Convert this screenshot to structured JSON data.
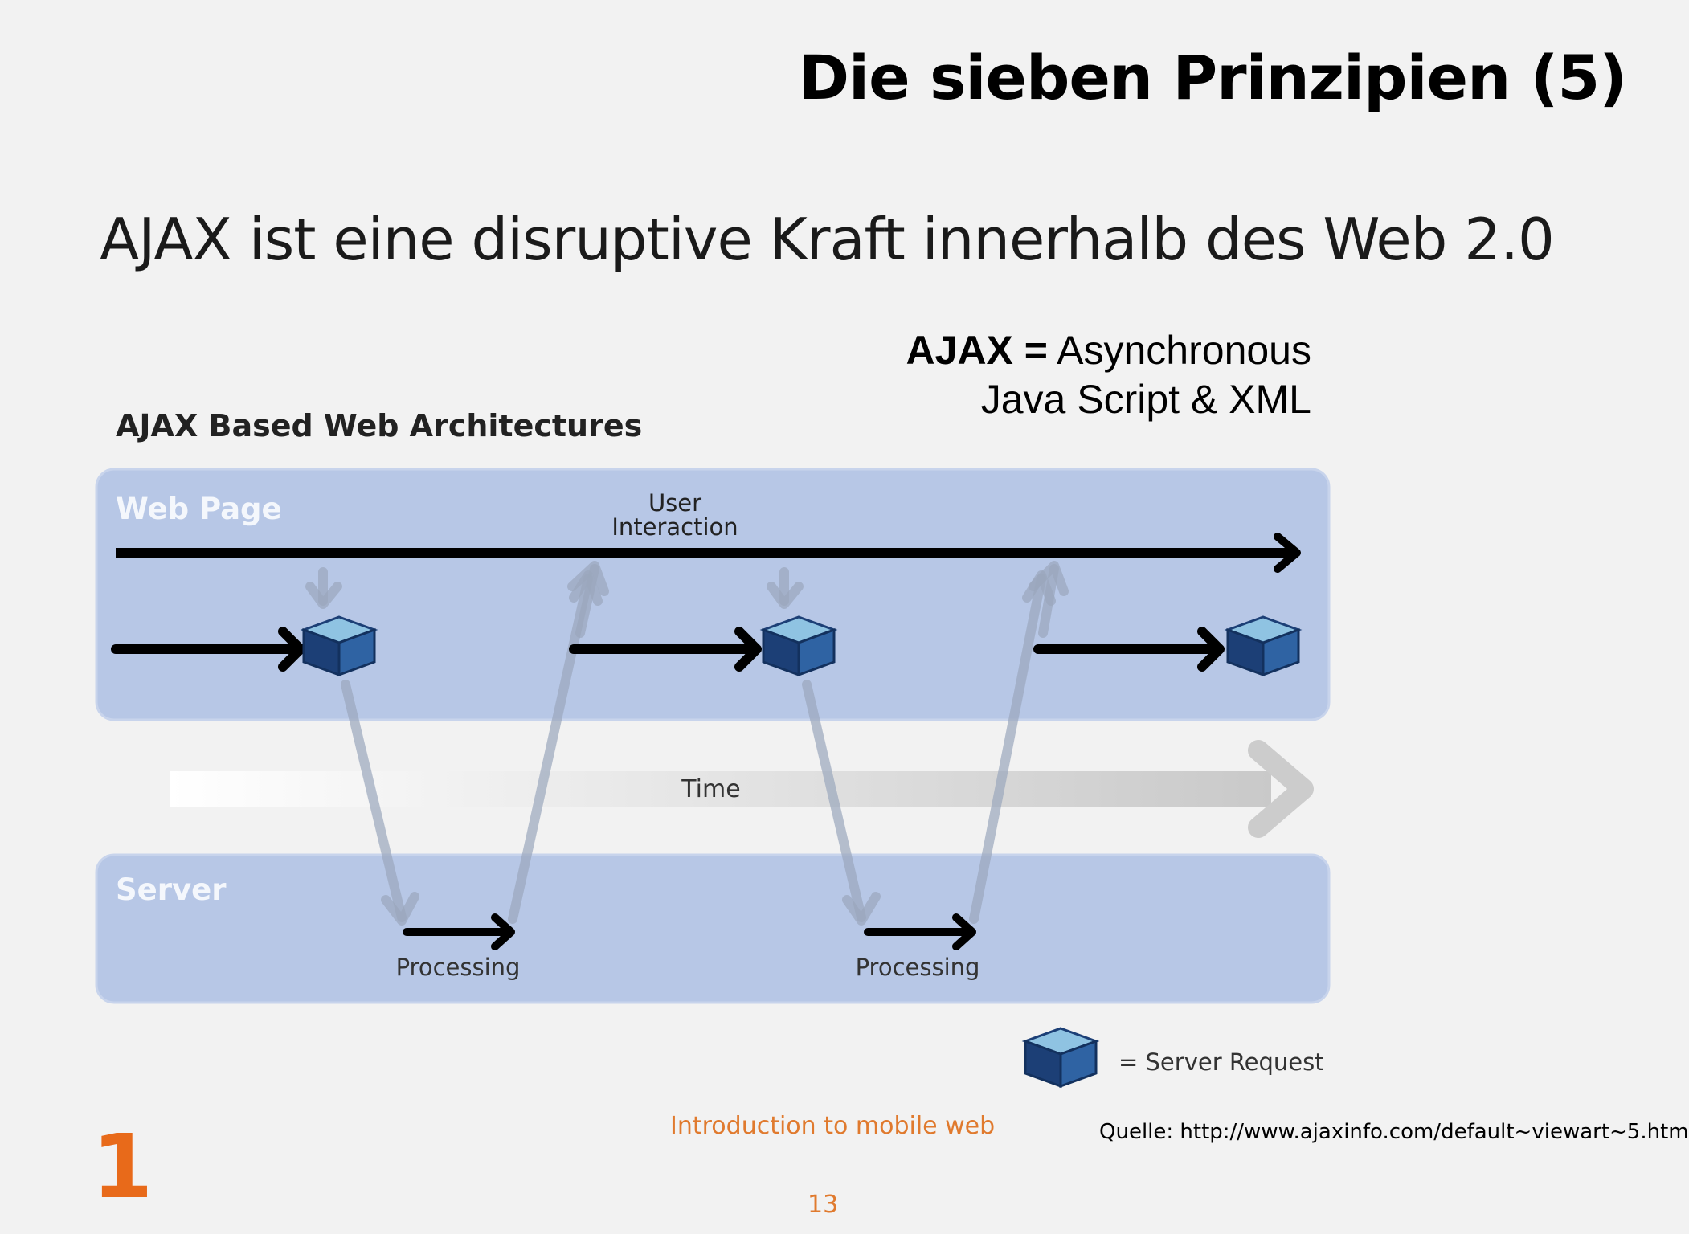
{
  "slide": {
    "title": "Die sieben Prinzipien (5)",
    "subtitle": "AJAX ist eine disruptive Kraft innerhalb des Web 2.0",
    "acronym_term": "AJAX =",
    "acronym_line1": "Asynchronous",
    "acronym_line2": "Java Script & XML",
    "footer": "Introduction to mobile web",
    "source": "Quelle: http://www.ajaxinfo.com/default~viewart~5.htm",
    "page_number": "13",
    "corner_number": "1"
  },
  "diagram": {
    "title": "AJAX Based Web Architectures",
    "web_page_label": "Web Page",
    "user_interaction_line1": "User",
    "user_interaction_line2": "Interaction",
    "time_label": "Time",
    "server_label": "Server",
    "processing_labels": [
      "Processing",
      "Processing"
    ],
    "legend_label": "= Server Request",
    "colors": {
      "panel": "#b7c7e6",
      "cube_top": "#8fc3e2",
      "cube_left": "#1c3f76",
      "cube_right": "#2f63a3",
      "arrow": "#000000"
    }
  }
}
